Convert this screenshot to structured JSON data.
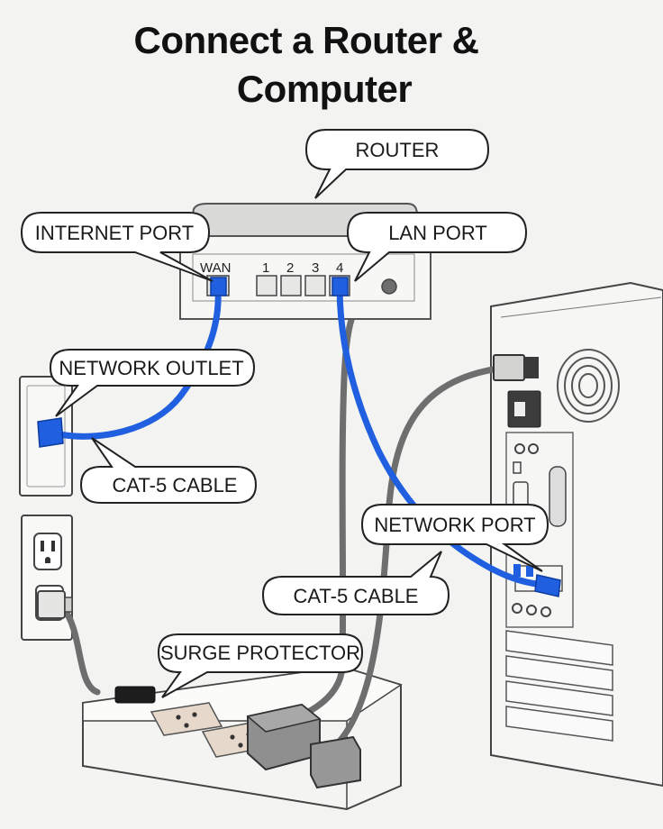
{
  "title": {
    "line1": "Connect a Router &",
    "line2": "Computer"
  },
  "router": {
    "port_labels": [
      "WAN",
      "1",
      "2",
      "3",
      "4"
    ]
  },
  "callouts": {
    "router": "ROUTER",
    "internet_port": "INTERNET PORT",
    "lan_port": "LAN PORT",
    "network_outlet": "NETWORK OUTLET",
    "cat5_cable_left": "CAT-5 CABLE",
    "network_port": "NETWORK PORT",
    "cat5_cable_right": "CAT-5 CABLE",
    "surge_protector": "SURGE PROTECTOR"
  },
  "colors": {
    "ethernet_cable": "#1f5fe0",
    "power_cable": "#6e6e6e",
    "outline": "#333333",
    "device_fill": "#f7f7f6"
  }
}
